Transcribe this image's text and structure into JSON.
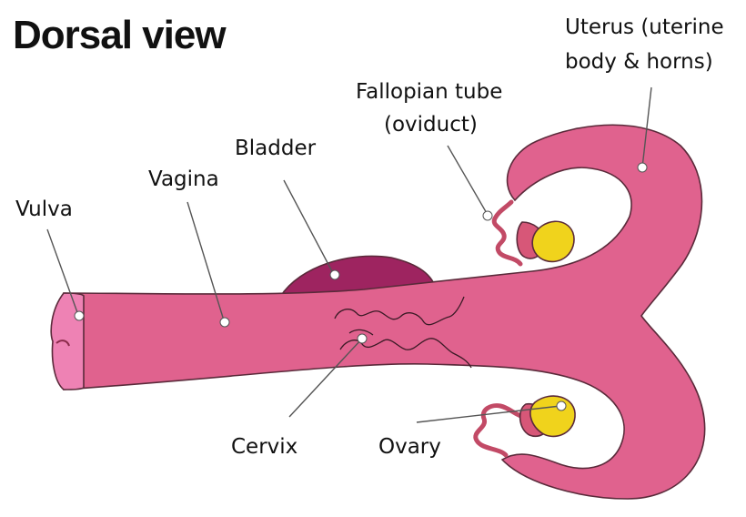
{
  "title": "Dorsal view",
  "labels": {
    "uterus_line1": "Uterus (uterine",
    "uterus_line2": "body & horns)",
    "fallopian_line1": "Fallopian tube",
    "fallopian_line2": "(oviduct)",
    "bladder": "Bladder",
    "vagina": "Vagina",
    "vulva": "Vulva",
    "cervix": "Cervix",
    "ovary": "Ovary"
  },
  "colors": {
    "tract_pink": "#e0628e",
    "vulva_pink": "#ee82b4",
    "bladder_purple": "#9e2460",
    "ovary_yellow": "#f0d31c",
    "oviduct_dark": "#c24a66"
  }
}
